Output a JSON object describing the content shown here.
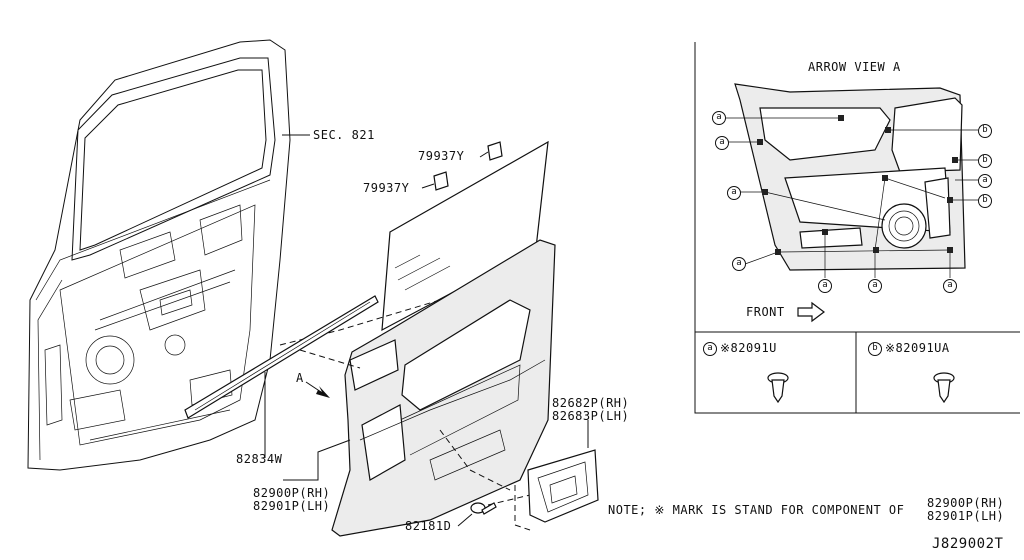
{
  "labels": {
    "sec": "SEC. 821",
    "clip_upper": "79937Y",
    "clip_lower": "79937Y",
    "view_letter": "A",
    "weatherstrip": "82834W",
    "trim_rh": "82900P(RH)",
    "trim_lh": "82901P(LH)",
    "screw": "82181D",
    "pull_rh": "82682P(RH)",
    "pull_lh": "82683P(LH)"
  },
  "arrow_view": {
    "title": "ARROW VIEW A",
    "front": "FRONT",
    "callout_a": "a",
    "callout_b": "b"
  },
  "legend": {
    "a_letter": "a",
    "a_part": "※82091U",
    "b_letter": "b",
    "b_part": "※82091UA"
  },
  "note": {
    "text": "NOTE; ※ MARK IS STAND FOR COMPONENT OF",
    "rh": "82900P(RH)",
    "lh": "82901P(LH)"
  },
  "diagram_id": "J829002T"
}
